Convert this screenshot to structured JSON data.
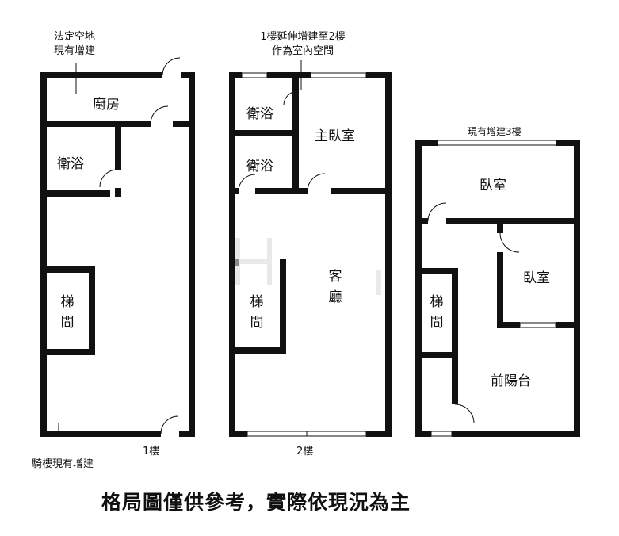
{
  "notes": {
    "floor1_top": [
      "法定空地",
      "現有增建"
    ],
    "floor1_bottom": "騎樓現有增建",
    "floor2_top": [
      "1樓延伸增建至2樓",
      "作為室內空間"
    ],
    "floor3_top": "現有增建3樓"
  },
  "floor_labels": {
    "floor1": "1樓",
    "floor2": "2樓"
  },
  "rooms": {
    "kitchen": "廚房",
    "bath1": "衛浴",
    "stair1": [
      "梯",
      "間"
    ],
    "bath2a": "衛浴",
    "bath2b": "衛浴",
    "master_bedroom": "主臥室",
    "living_room": [
      "客",
      "廳"
    ],
    "stair2": [
      "梯",
      "間"
    ],
    "bedroom3a": "臥室",
    "bedroom3b": "臥室",
    "stair3": [
      "梯",
      "間"
    ],
    "front_balcony": "前陽台"
  },
  "caption": "格局圖僅供參考，實際依現況為主"
}
